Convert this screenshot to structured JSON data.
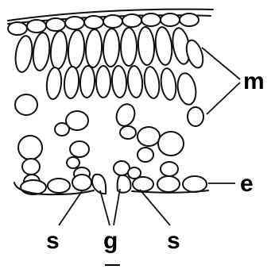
{
  "labels": {
    "mesophyll": "m",
    "epidermis": "e",
    "subsidiary_left": "s",
    "guard": "g",
    "subsidiary_right": "s"
  }
}
